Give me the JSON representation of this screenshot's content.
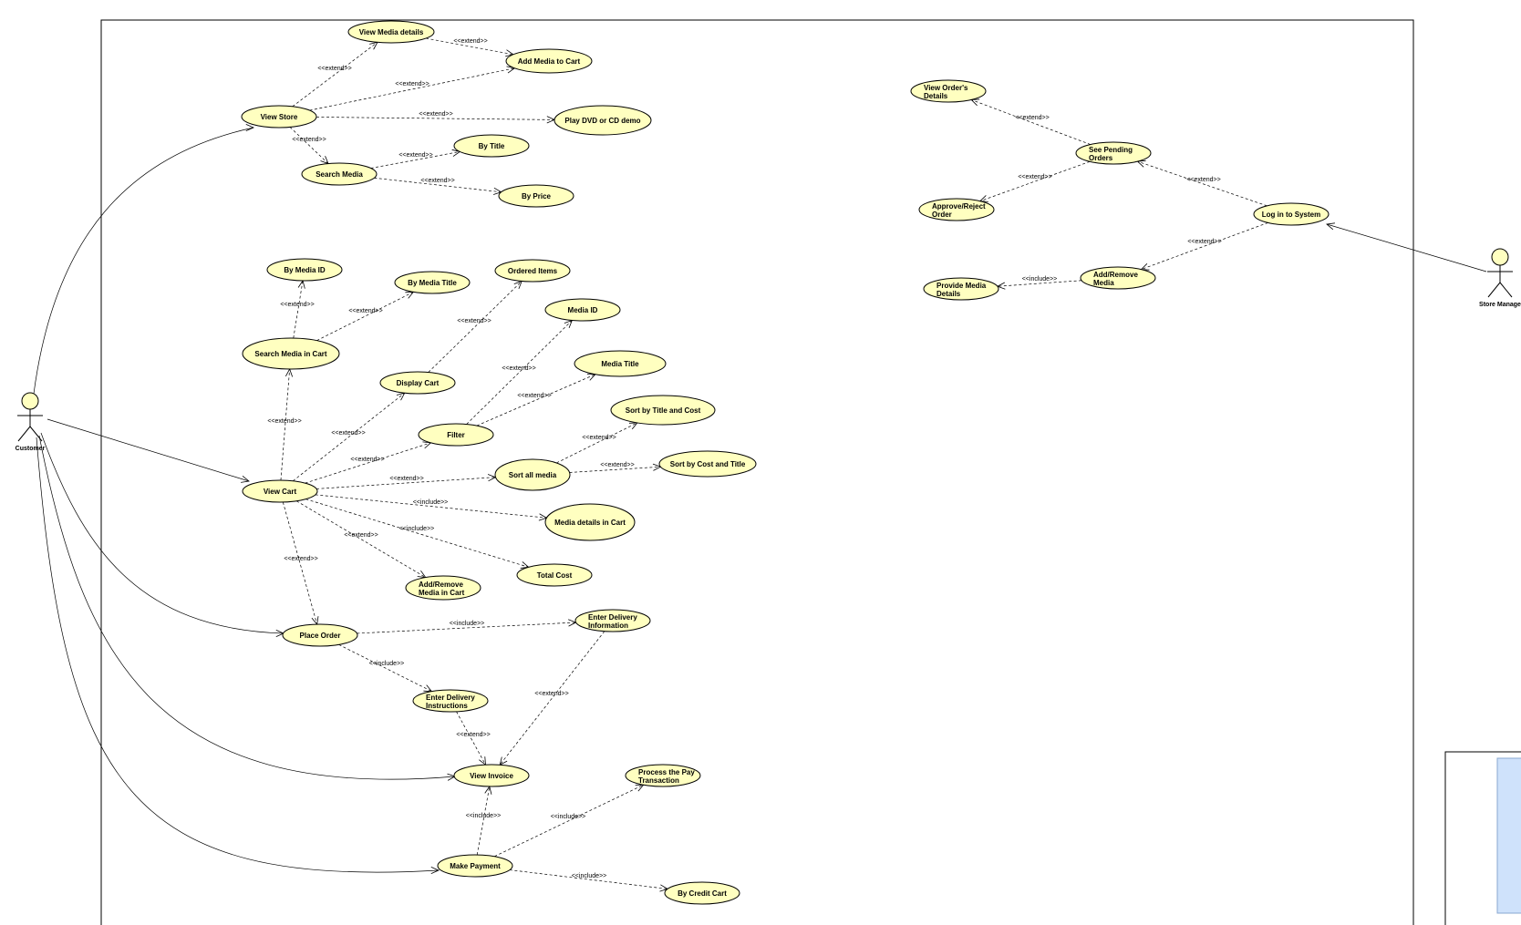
{
  "actors": [
    {
      "id": "customer",
      "label": "Customer"
    },
    {
      "id": "manager",
      "label": "Store Manage"
    }
  ],
  "use_cases": [
    {
      "id": "view-media-details",
      "lines": [
        "View Media details"
      ]
    },
    {
      "id": "add-media-to-cart",
      "lines": [
        "Add Media to Cart"
      ]
    },
    {
      "id": "view-store",
      "lines": [
        "View Store"
      ]
    },
    {
      "id": "play-demo",
      "lines": [
        "Play DVD or CD demo"
      ]
    },
    {
      "id": "search-media",
      "lines": [
        "Search Media"
      ]
    },
    {
      "id": "by-title",
      "lines": [
        "By Title"
      ]
    },
    {
      "id": "by-price",
      "lines": [
        "By Price"
      ]
    },
    {
      "id": "by-media-id",
      "lines": [
        "By Media ID"
      ]
    },
    {
      "id": "by-media-title",
      "lines": [
        "By Media Title"
      ]
    },
    {
      "id": "ordered-items",
      "lines": [
        "Ordered Items"
      ]
    },
    {
      "id": "search-media-in-cart",
      "lines": [
        "Search Media in Cart"
      ]
    },
    {
      "id": "media-id",
      "lines": [
        "Media ID"
      ]
    },
    {
      "id": "display-cart",
      "lines": [
        "Display Cart"
      ]
    },
    {
      "id": "media-title",
      "lines": [
        "Media Title"
      ]
    },
    {
      "id": "sort-title-cost",
      "lines": [
        "Sort by Title and Cost"
      ]
    },
    {
      "id": "filter",
      "lines": [
        "Filter"
      ]
    },
    {
      "id": "sort-all-media",
      "lines": [
        "Sort all media"
      ]
    },
    {
      "id": "sort-cost-title",
      "lines": [
        "Sort by Cost and Title"
      ]
    },
    {
      "id": "view-cart",
      "lines": [
        "View Cart"
      ]
    },
    {
      "id": "media-details-in-cart",
      "lines": [
        "Media details in Cart"
      ]
    },
    {
      "id": "total-cost",
      "lines": [
        "Total Cost"
      ]
    },
    {
      "id": "add-remove-media-cart",
      "lines": [
        "Add/Remove",
        "Media in Cart"
      ]
    },
    {
      "id": "enter-delivery-information",
      "lines": [
        "Enter Delivery",
        "Information"
      ]
    },
    {
      "id": "place-order",
      "lines": [
        "Place Order"
      ]
    },
    {
      "id": "enter-delivery-instructions",
      "lines": [
        "Enter Delivery",
        "Instructions"
      ]
    },
    {
      "id": "view-invoice",
      "lines": [
        "View Invoice"
      ]
    },
    {
      "id": "process-pay",
      "lines": [
        "Process the Pay",
        "Transaction"
      ]
    },
    {
      "id": "make-payment",
      "lines": [
        "Make Payment"
      ]
    },
    {
      "id": "by-credit-card",
      "lines": [
        "By Credit Cart"
      ]
    },
    {
      "id": "view-order-details",
      "lines": [
        "View Order's",
        "Details"
      ]
    },
    {
      "id": "see-pending-orders",
      "lines": [
        "See Pending",
        "Orders"
      ]
    },
    {
      "id": "approve-reject-order",
      "lines": [
        "Approve/Reject",
        "Order"
      ]
    },
    {
      "id": "log-in",
      "lines": [
        "Log in to System"
      ]
    },
    {
      "id": "add-remove-media",
      "lines": [
        "Add/Remove",
        "Media"
      ]
    },
    {
      "id": "provide-media-details",
      "lines": [
        "Provide Media",
        "Details"
      ]
    }
  ],
  "relationships": [
    {
      "label": "<<extend>>"
    },
    {
      "label": "<<extend>>"
    },
    {
      "label": "<<extend>>"
    },
    {
      "label": "<<extend>>"
    },
    {
      "label": "<<extend>>"
    },
    {
      "label": "<<extend>>"
    },
    {
      "label": "<<extend>>"
    },
    {
      "label": "<<extend>>"
    },
    {
      "label": "<<extend>>"
    },
    {
      "label": "<<extend>>"
    },
    {
      "label": "<<extend>>"
    },
    {
      "label": "<<extend>>"
    },
    {
      "label": "<<extend>>"
    },
    {
      "label": "<<extend>>"
    },
    {
      "label": "<<extend>>"
    },
    {
      "label": "<<extend>>"
    },
    {
      "label": "<<extend>>"
    },
    {
      "label": "<<extend>>"
    },
    {
      "label": "<<include>>"
    },
    {
      "label": "<<include>>"
    },
    {
      "label": "<<extend>>"
    },
    {
      "label": "<<extend>>"
    },
    {
      "label": "<<include>>"
    },
    {
      "label": "<<include>>"
    },
    {
      "label": "<<extend>>"
    },
    {
      "label": "<<extend>>"
    },
    {
      "label": "<<include>>"
    },
    {
      "label": "<<include>>"
    },
    {
      "label": "<<include>>"
    },
    {
      "label": "<<extend>>"
    },
    {
      "label": "<<extend>>"
    },
    {
      "label": "<<extend>>"
    },
    {
      "label": "<<extend>>"
    },
    {
      "label": "<<include>>"
    }
  ]
}
